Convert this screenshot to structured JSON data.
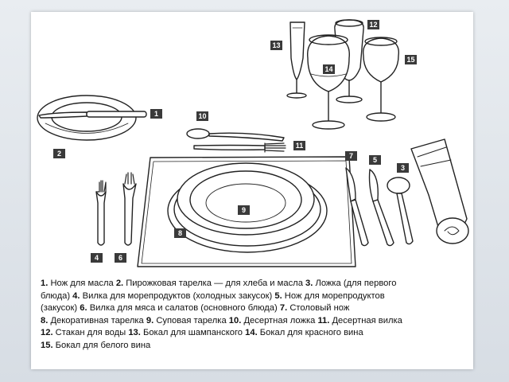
{
  "numbers": [
    "1",
    "2",
    "3",
    "4",
    "5",
    "6",
    "7",
    "8",
    "9",
    "10",
    "11",
    "12",
    "13",
    "14",
    "15"
  ],
  "legend": [
    [
      "1.",
      " Нож для масла ",
      "2.",
      " Пирожковая тарелка — для хлеба и масла ",
      "3.",
      " Ложка (для первого"
    ],
    [
      "блюда) ",
      "4.",
      " Вилка для морепродуктов (холодных закусок) ",
      "5.",
      " Нож для морепродуктов"
    ],
    [
      "(закусок) ",
      "6.",
      " Вилка для мяса и салатов (основного блюда) ",
      "7.",
      " Столовый нож"
    ],
    [
      "8.",
      " Декоративная тарелка ",
      "9.",
      " Суповая тарелка ",
      "10.",
      " Десертная ложка ",
      "11.",
      " Десертная вилка"
    ],
    [
      "12.",
      " Стакан для воды ",
      "13.",
      " Бокал для шампанского ",
      "14.",
      " Бокал для красного вина"
    ],
    [
      "15.",
      " Бокал для белого вина"
    ]
  ],
  "colors": {
    "ink": "#222222",
    "label_bg": "#3a3a3a",
    "card": "#ffffff",
    "slide": "#dfe4ea"
  }
}
